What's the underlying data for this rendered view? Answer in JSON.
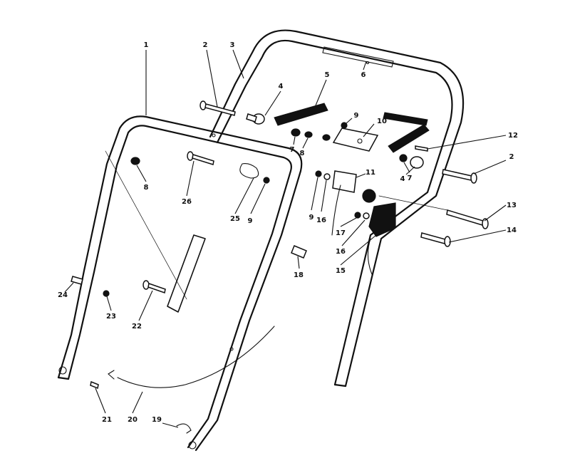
{
  "callouts": [
    {
      "id": "c1",
      "label": "1"
    },
    {
      "id": "c2a",
      "label": "2"
    },
    {
      "id": "c3",
      "label": "3"
    },
    {
      "id": "c4a",
      "label": "4"
    },
    {
      "id": "c5",
      "label": "5"
    },
    {
      "id": "c6",
      "label": "6"
    },
    {
      "id": "c7a",
      "label": "7"
    },
    {
      "id": "c8a",
      "label": "8"
    },
    {
      "id": "c9a",
      "label": "9"
    },
    {
      "id": "c10",
      "label": "10"
    },
    {
      "id": "c12",
      "label": "12"
    },
    {
      "id": "c2b",
      "label": "2"
    },
    {
      "id": "c7b",
      "label": "7"
    },
    {
      "id": "c4b",
      "label": "4"
    },
    {
      "id": "c11",
      "label": "11"
    },
    {
      "id": "c8b",
      "label": "8"
    },
    {
      "id": "c26",
      "label": "26"
    },
    {
      "id": "c25",
      "label": "25"
    },
    {
      "id": "c9b",
      "label": "9"
    },
    {
      "id": "c9c",
      "label": "9"
    },
    {
      "id": "c16a",
      "label": "16"
    },
    {
      "id": "c13",
      "label": "13"
    },
    {
      "id": "c17",
      "label": "17"
    },
    {
      "id": "c14",
      "label": "14"
    },
    {
      "id": "c16b",
      "label": "16"
    },
    {
      "id": "c15",
      "label": "15"
    },
    {
      "id": "c18",
      "label": "18"
    },
    {
      "id": "c24",
      "label": "24"
    },
    {
      "id": "c23",
      "label": "23"
    },
    {
      "id": "c22",
      "label": "22"
    },
    {
      "id": "c21",
      "label": "21"
    },
    {
      "id": "c20",
      "label": "20"
    },
    {
      "id": "c19",
      "label": "19"
    }
  ]
}
